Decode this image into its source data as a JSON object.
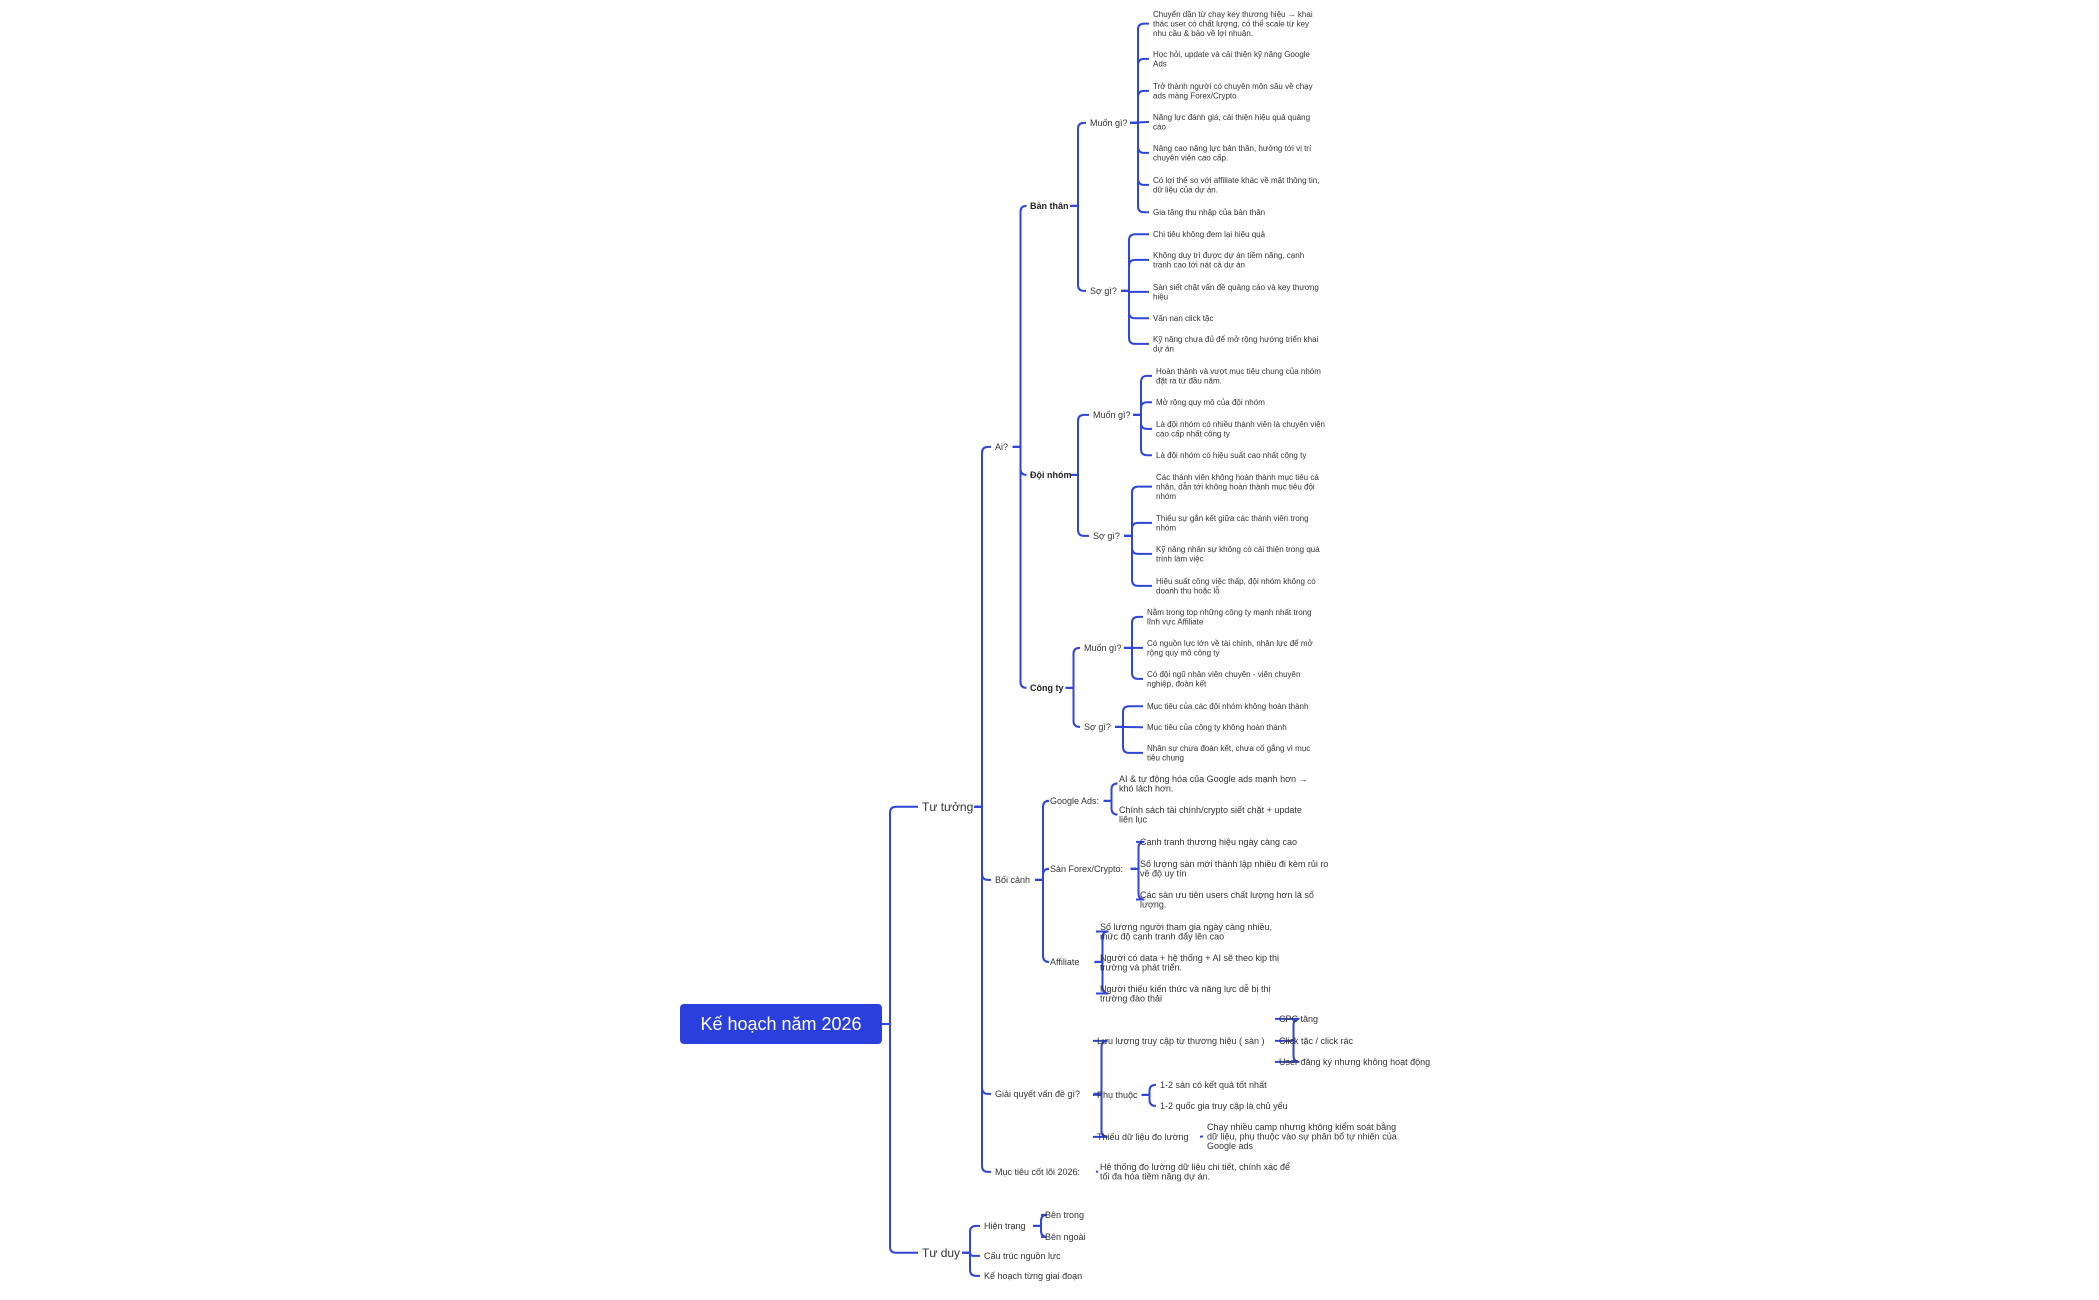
{
  "colors": {
    "branch": "#2f46d6",
    "root_fill": "#2b3fde",
    "root_text": "#ffffff",
    "text": "#333333"
  },
  "root": "Kế hoạch năm 2026",
  "branches": [
    {
      "label": "Tư tưởng",
      "children": [
        {
          "label": "Ai?",
          "children": [
            {
              "label": "Bản thân",
              "children": [
                {
                  "label": "Muốn gì?",
                  "children": [
                    {
                      "label": "Chuyển dần từ chạy key thương hiệu  → khai\nthác user có chất lượng, có thể scale từ key\nnhu cầu & bảo về lợi nhuận."
                    },
                    {
                      "label": "Học hỏi, update và cải thiện kỹ năng Google\nAds"
                    },
                    {
                      "label": "Trở thành người có chuyên môn sâu về chạy\nads mảng Forex/Crypto"
                    },
                    {
                      "label": "Năng lực đánh giá, cải thiện hiệu quả quảng\ncáo"
                    },
                    {
                      "label": "Nâng cao năng lực bản thân, hướng tới vị trí\nchuyên viên cao cấp."
                    },
                    {
                      "label": "Có lợi thế so với affiliate khác về mặt thông tin,\ndữ liệu của dự án."
                    },
                    {
                      "label": "Gia tăng thu nhập của bản thân"
                    }
                  ]
                },
                {
                  "label": "Sợ gì?",
                  "children": [
                    {
                      "label": "Chi tiêu không đem lại hiệu quả"
                    },
                    {
                      "label": "Không duy trì được dự án tiềm năng, cạnh\ntranh cao tới nát cả dự án"
                    },
                    {
                      "label": "Sàn siết chặt vấn đề quảng cáo và key thương\nhiệu"
                    },
                    {
                      "label": "Vấn nạn click tặc"
                    },
                    {
                      "label": "Kỹ năng chưa đủ để mở rộng hướng triển khai\ndự án"
                    }
                  ]
                }
              ]
            },
            {
              "label": "Đội nhóm",
              "children": [
                {
                  "label": "Muốn gì?",
                  "children": [
                    {
                      "label": " Hoàn thành và vượt mục tiêu chung của nhóm\nđặt ra từ đầu năm."
                    },
                    {
                      "label": "Mở rộng quy mô của đội nhóm"
                    },
                    {
                      "label": " Là đội nhóm có nhiều thành viên là chuyên viên\ncao cấp nhất công ty"
                    },
                    {
                      "label": "Là đội nhóm có hiệu suất cao nhất công ty"
                    }
                  ]
                },
                {
                  "label": "Sợ gì?",
                  "children": [
                    {
                      "label": "Các thành viên không hoàn thành mục tiêu cá\nnhân, dẫn tới không hoàn thành mục tiêu đội\nnhóm"
                    },
                    {
                      "label": "Thiếu sự gắn kết giữa các thành viên trong\nnhóm"
                    },
                    {
                      "label": "Kỹ năng nhân sự không có cải thiện trong quá\ntrình làm việc"
                    },
                    {
                      "label": "Hiệu suất công việc thấp, đội nhóm không có\ndoanh thu hoặc lỗ"
                    }
                  ]
                }
              ]
            },
            {
              "label": "Công ty",
              "children": [
                {
                  "label": "Muốn gì?",
                  "children": [
                    {
                      "label": "Nằm trong top những công ty mạnh nhất trong\nlĩnh vực Affiliate"
                    },
                    {
                      "label": "Có nguồn lực lớn về tài chính, nhân lực để mở\nrộng quy mô công ty"
                    },
                    {
                      "label": "Có đội ngũ nhân viên chuyên  - viên chuyên\nnghiệp, đoàn kết"
                    }
                  ]
                },
                {
                  "label": "Sợ gì?",
                  "children": [
                    {
                      "label": "Mục tiêu của các đội nhóm không hoàn thành"
                    },
                    {
                      "label": "Mục tiêu của công ty không hoàn thành"
                    },
                    {
                      "label": "Nhân sự chưa đoàn kết, chưa cố gắng vì mục\ntiêu chung"
                    }
                  ]
                }
              ]
            }
          ]
        },
        {
          "label": "Bối cảnh",
          "children": [
            {
              "label": "Google Ads:",
              "children": [
                {
                  "label": "AI & tự động hóa của Google ads mạnh hơn →\nkhó lách hơn."
                },
                {
                  "label": "Chính sách tài chính/crypto siết chặt + update\nliên lục"
                }
              ]
            },
            {
              "label": "Sàn Forex/Crypto:",
              "children": [
                {
                  "label": "Cạnh tranh thương hiệu ngày càng cao"
                },
                {
                  "label": "Số lượng sàn mới thành lập nhiều đi kèm rủi ro\nvề độ uy tín"
                },
                {
                  "label": "Các sàn ưu tiên users chất lượng hơn là số\nlượng."
                }
              ]
            },
            {
              "label": "Affiliate",
              "children": [
                {
                  "label": "Số lượng người tham gia ngày càng nhiều,\nmức độ cạnh tranh đẩy lên cao"
                },
                {
                  "label": "Người có data + hệ thống + AI sẽ theo kịp thị\ntrường và phát triển."
                },
                {
                  "label": "Người thiếu kiến thức và năng lực dễ bị thị\ntrường đào thải"
                }
              ]
            }
          ]
        },
        {
          "label": "Giải quyết vấn đề gì?",
          "children": [
            {
              "label": "Lưu lượng truy cập từ thương hiệu ( sàn )",
              "children": [
                {
                  "label": "CPC tăng"
                },
                {
                  "label": "Click tặc / click rác"
                },
                {
                  "label": "User đăng ký nhưng không hoạt động"
                }
              ]
            },
            {
              "label": "Phụ thuộc",
              "children": [
                {
                  "label": "1-2 sàn có kết quả tốt nhất"
                },
                {
                  "label": "1-2 quốc gia truy cập là chủ yếu"
                }
              ]
            },
            {
              "label": "Thiếu dữ liệu đo lường",
              "children": [
                {
                  "label": "Chạy nhiều camp nhưng không kiểm soát bằng\ndữ liệu, phụ thuộc vào sự phân bổ tự nhiên của\nGoogle ads"
                }
              ]
            }
          ]
        },
        {
          "label": "Mục tiêu cốt lõi 2026:",
          "children": [
            {
              "label": "Hệ thống đo lường dữ liệu chi tiết, chính xác để\ntối đa hóa tiềm năng dự án."
            }
          ]
        }
      ]
    },
    {
      "label": "Tư duy",
      "children": [
        {
          "label": "Hiện trạng",
          "children": [
            {
              "label": "Bên trong"
            },
            {
              "label": "Bên ngoài"
            }
          ]
        },
        {
          "label": "Cấu trúc nguồn lực"
        },
        {
          "label": "Kế hoạch từng giai đoạn"
        }
      ]
    }
  ]
}
